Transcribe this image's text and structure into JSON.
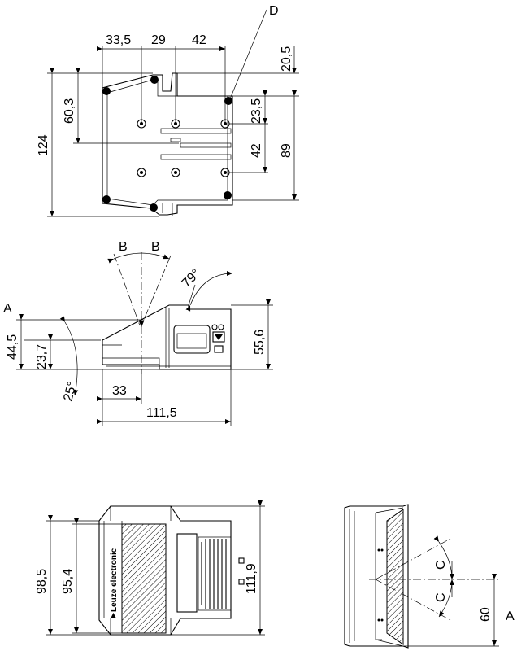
{
  "top_view": {
    "dims": {
      "w1": "33,5",
      "w2": "29",
      "w3": "42",
      "d": "D",
      "h_total": "124",
      "h_part": "60,3",
      "r1": "20,5",
      "r2": "23,5",
      "r3": "42",
      "r4": "89"
    }
  },
  "side_view": {
    "dims": {
      "b_left": "B",
      "b_right": "B",
      "angle_79": "79°",
      "a_label": "A",
      "h_44": "44,5",
      "h_23": "23,7",
      "angle_25": "25°",
      "w_33": "33",
      "h_55": "55,6",
      "w_total": "111,5"
    }
  },
  "front_view": {
    "dims": {
      "h_98": "98,5",
      "h_95": "95,4",
      "h_111": "111,9"
    },
    "brand": "Leuze electronic"
  },
  "end_view": {
    "dims": {
      "c_upper": "C",
      "c_lower": "C",
      "h_60": "60",
      "a_label": "A"
    }
  }
}
